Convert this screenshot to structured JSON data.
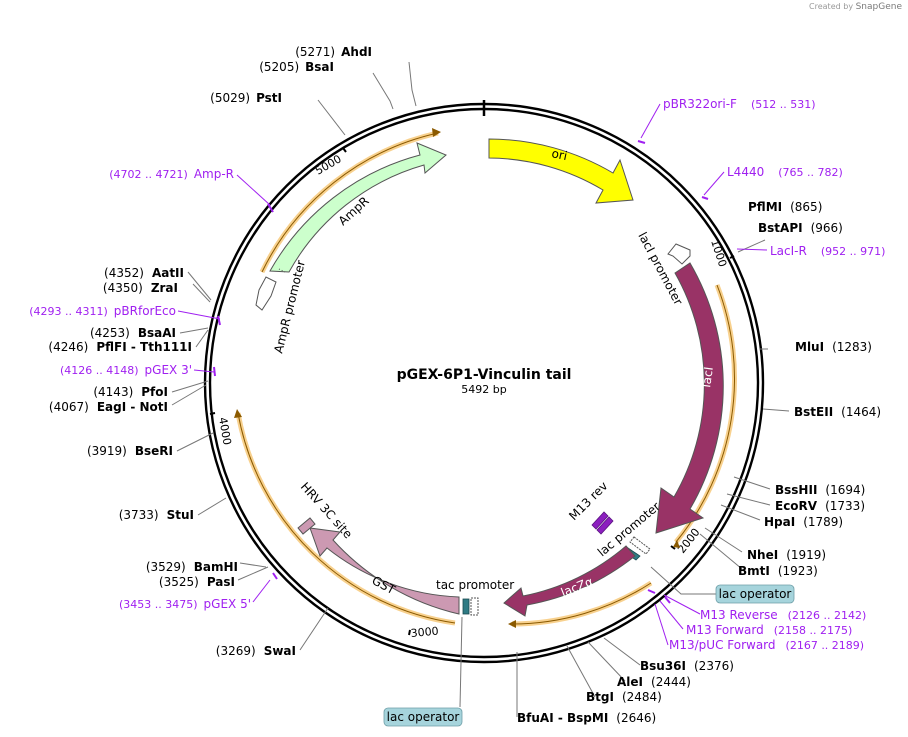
{
  "credit": {
    "prefix": "Created by",
    "brand": "SnapGene"
  },
  "plasmid": {
    "name": "pGEX-6P1-Vinculin tail",
    "size": "5492 bp"
  },
  "ticks": [
    {
      "label": "1000",
      "pos": 1000
    },
    {
      "label": "2000",
      "pos": 2000
    },
    {
      "label": "3000",
      "pos": 3000
    },
    {
      "label": "4000",
      "pos": 4000
    },
    {
      "label": "5000",
      "pos": 5000
    }
  ],
  "sites": [
    {
      "name": "AhdI",
      "num": "(5271)"
    },
    {
      "name": "BsaI",
      "num": "(5205)"
    },
    {
      "name": "PstI",
      "num": "(5029)"
    },
    {
      "name": "PflMI",
      "num": "(865)"
    },
    {
      "name": "BstAPI",
      "num": "(966)"
    },
    {
      "name": "MluI",
      "num": "(1283)"
    },
    {
      "name": "BstEII",
      "num": "(1464)"
    },
    {
      "name": "BssHII",
      "num": "(1694)"
    },
    {
      "name": "EcoRV",
      "num": "(1733)"
    },
    {
      "name": "HpaI",
      "num": "(1789)"
    },
    {
      "name": "NheI",
      "num": "(1919)"
    },
    {
      "name": "BmtI",
      "num": "(1923)"
    },
    {
      "name": "Bsu36I",
      "num": "(2376)"
    },
    {
      "name": "AleI",
      "num": "(2444)"
    },
    {
      "name": "BtgI",
      "num": "(2484)"
    },
    {
      "name": "BfuAI - BspMI",
      "num": "(2646)"
    },
    {
      "name": "SwaI",
      "num": "(3269)"
    },
    {
      "name": "BamHI",
      "num": "(3529)"
    },
    {
      "name": "PasI",
      "num": "(3525)"
    },
    {
      "name": "StuI",
      "num": "(3733)"
    },
    {
      "name": "BseRI",
      "num": "(3919)"
    },
    {
      "name": "EagI - NotI",
      "num": "(4067)"
    },
    {
      "name": "PfoI",
      "num": "(4143)"
    },
    {
      "name": "PflFI - Tth111I",
      "num": "(4246)"
    },
    {
      "name": "BsaAI",
      "num": "(4253)"
    },
    {
      "name": "ZraI",
      "num": "(4350)"
    },
    {
      "name": "AatII",
      "num": "(4352)"
    }
  ],
  "primers": [
    {
      "name": "pBR322ori-F",
      "range": "(512 .. 531)"
    },
    {
      "name": "L4440",
      "range": "(765 .. 782)"
    },
    {
      "name": "LacI-R",
      "range": "(952 .. 971)"
    },
    {
      "name": "M13 Reverse",
      "range": "(2126 .. 2142)"
    },
    {
      "name": "M13 Forward",
      "range": "(2158 .. 2175)"
    },
    {
      "name": "M13/pUC Forward",
      "range": "(2167 .. 2189)"
    },
    {
      "name": "pGEX 5'",
      "range": "(3453 .. 3475)"
    },
    {
      "name": "pGEX 3'",
      "range": "(4126 .. 4148)"
    },
    {
      "name": "pBRforEco",
      "range": "(4293 .. 4311)"
    },
    {
      "name": "Amp-R",
      "range": "(4702 .. 4721)"
    }
  ],
  "operators": [
    {
      "label": "lac operator"
    },
    {
      "label": "lac operator"
    }
  ],
  "features": {
    "ori": "ori",
    "lacI": "lacI",
    "lacI_promoter": "lacI promoter",
    "lacZa": "lacZα",
    "lac_promoter": "lac promoter",
    "m13_rev": "M13 rev",
    "tac_promoter": "tac promoter",
    "gst": "GST",
    "hrv": "HRV 3C site",
    "ampr": "AmpR",
    "ampr_promoter": "AmpR promoter"
  },
  "colors": {
    "ori": "#ffff00",
    "lacI": "#993366",
    "lacZa": "#993366",
    "gst": "#cc99b2",
    "ampr": "#ccffcc",
    "promoter": "#ffffff",
    "operator_fill": "#a6d4dc",
    "lac_op_mark": "#2e7b84",
    "primer": "#a020f0",
    "orf_outline": "#f6c268",
    "backbone": "#000000"
  }
}
